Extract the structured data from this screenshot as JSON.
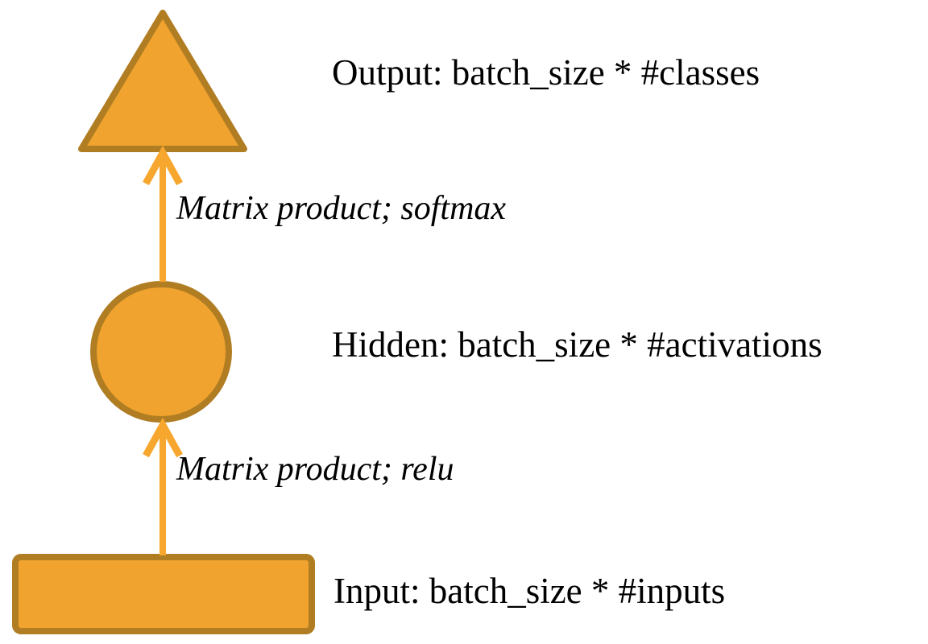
{
  "diagram": {
    "type": "flow-diagram",
    "nodes": [
      {
        "id": "output",
        "shape": "triangle",
        "label": "Output: batch_size * #classes"
      },
      {
        "id": "hidden",
        "shape": "circle",
        "label": "Hidden: batch_size * #activations"
      },
      {
        "id": "input",
        "shape": "rectangle",
        "label": "Input: batch_size * #inputs"
      }
    ],
    "edges": [
      {
        "from": "hidden",
        "to": "output",
        "direction": "up",
        "label": "Matrix product; softmax"
      },
      {
        "from": "input",
        "to": "hidden",
        "direction": "up",
        "label": "Matrix product; relu"
      }
    ]
  },
  "colors": {
    "background": "#FFFFFF",
    "shape_fill": "#F0A32E",
    "shape_stroke": "#B07D23",
    "arrow": "#F7A62E",
    "text": "#000000"
  }
}
